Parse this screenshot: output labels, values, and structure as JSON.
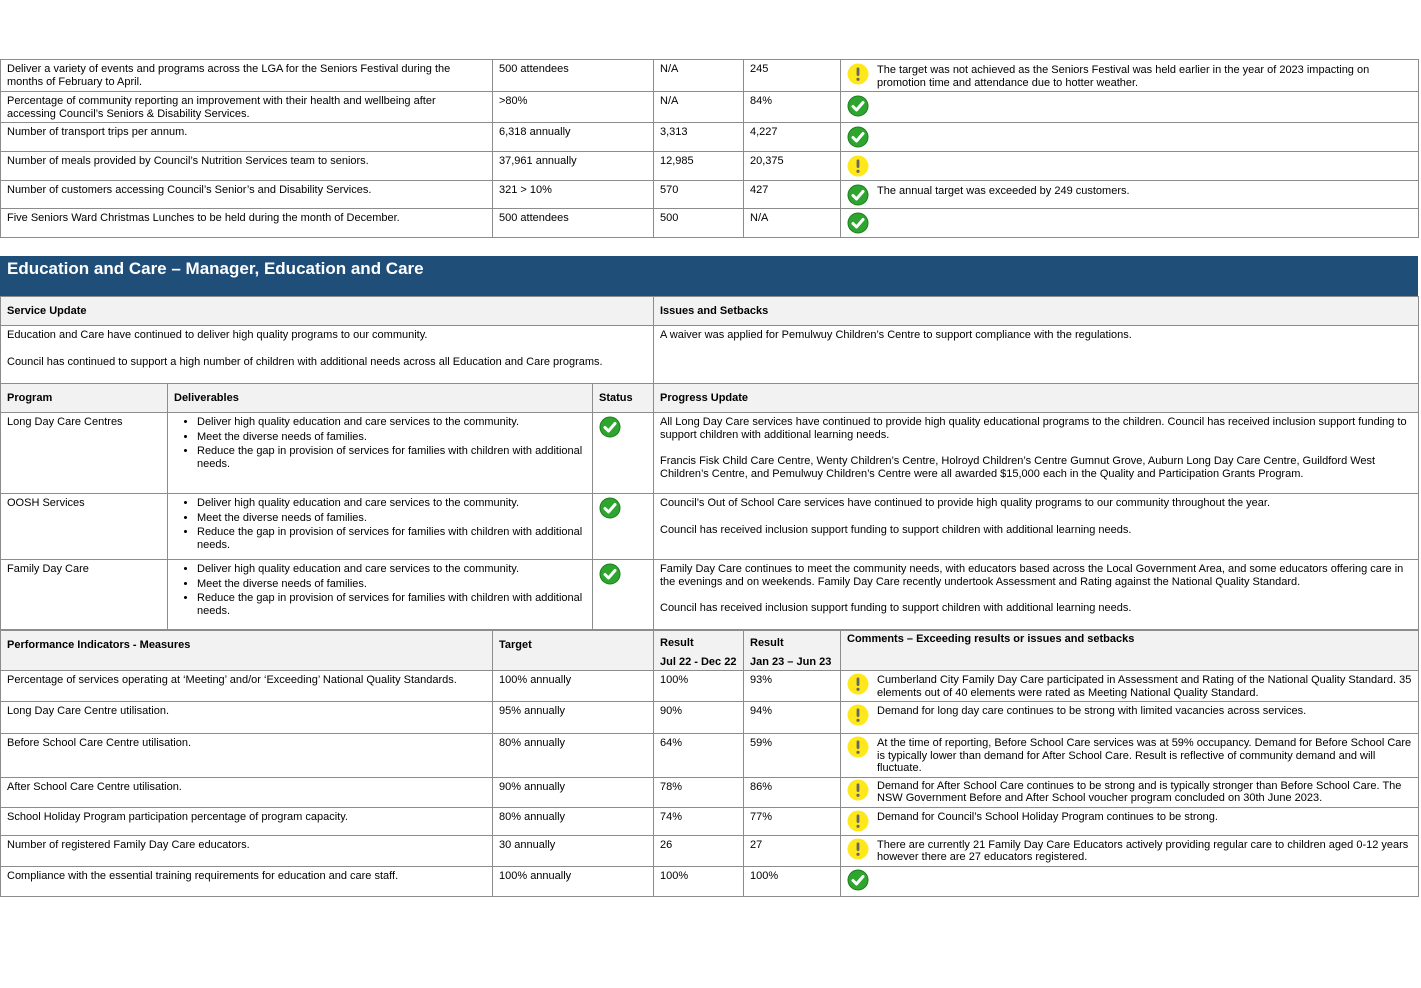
{
  "colors": {
    "banner": "#1f4e79",
    "header_fill": "#f2f2f2",
    "tick_green": "#2ea52e",
    "warning_yellow": "#ffe81a"
  },
  "seniors_measures": [
    {
      "measure": "Deliver a variety of events and programs across the LGA for the Seniors Festival during the months of February to April.",
      "target": "500 attendees",
      "h1": "N/A",
      "h2": "245",
      "status": "warning-icon",
      "comment": "The target was not achieved as the Seniors Festival was held earlier in the year of 2023 impacting on promotion time and attendance due to hotter weather."
    },
    {
      "measure": "Percentage of community reporting an improvement with their health and wellbeing after accessing Council’s Seniors & Disability Services.",
      "target": ">80%",
      "h1": "N/A",
      "h2": "84%",
      "status": "tick-icon",
      "comment": ""
    },
    {
      "measure": "Number of transport trips per annum.",
      "target": "6,318 annually",
      "h1": "3,313",
      "h2": "4,227",
      "status": "tick-icon",
      "comment": ""
    },
    {
      "measure": "Number of meals provided by Council’s Nutrition Services team to seniors.",
      "target": "37,961 annually",
      "h1": "12,985",
      "h2": "20,375",
      "status": "warning-icon",
      "comment": ""
    },
    {
      "measure": "Number of customers accessing Council’s Senior’s and Disability Services.",
      "target": "321 > 10%",
      "h1": "570",
      "h2": "427",
      "status": "tick-icon",
      "comment": "The annual target was exceeded by 249 customers."
    },
    {
      "measure": "Five Seniors Ward Christmas Lunches to be held during the month of December.",
      "target": "500 attendees",
      "h1": "500",
      "h2": "N/A",
      "status": "tick-icon",
      "comment": ""
    }
  ],
  "education": {
    "banner_title": "Education and Care – Manager, Education and Care",
    "service_update_label": "Service Update",
    "issues_label": "Issues and Setbacks",
    "service_update_text": [
      "Education and Care have continued to deliver high quality programs to our community.",
      "Council has continued to support a high number of children with additional needs across all Education and Care programs."
    ],
    "issues_text": "A waiver was applied for Pemulwuy Children’s Centre to support compliance with the regulations.",
    "program_header": {
      "program": "Program",
      "deliverables": "Deliverables",
      "status": "Status",
      "progress": "Progress Update"
    },
    "programs": [
      {
        "name": "Long Day Care Centres",
        "deliverables": [
          "Deliver high quality education and care services to the community.",
          "Meet the diverse needs of families.",
          "Reduce the gap in provision of services for families with children with additional needs."
        ],
        "status": "tick-icon",
        "progress": [
          "All Long Day Care services have continued to provide high quality educational programs to the children. Council has received inclusion support funding to support children with additional learning needs.",
          "Francis Fisk Child Care Centre, Wenty Children’s Centre, Holroyd Children’s Centre Gumnut Grove, Auburn Long Day Care Centre, Guildford West Children’s Centre, and Pemulwuy Children’s Centre were all awarded $15,000 each in the Quality and Participation Grants Program."
        ]
      },
      {
        "name": "OOSH Services",
        "deliverables": [
          "Deliver high quality education and care services to the community.",
          "Meet the diverse needs of families.",
          "Reduce the gap in provision of services for families with children with additional needs."
        ],
        "status": "tick-icon",
        "progress": [
          "Council’s Out of School Care services have continued to provide high quality programs to our community throughout the year.",
          "Council has received inclusion support funding to support children with additional learning needs."
        ]
      },
      {
        "name": "Family Day Care",
        "deliverables": [
          "Deliver high quality education and care services to the community.",
          "Meet the diverse needs of families.",
          "Reduce the gap in provision of services for families with children with additional needs."
        ],
        "status": "tick-icon",
        "progress": [
          "Family Day Care continues to meet the community needs, with educators based across the Local Government Area, and some educators offering care in the evenings and on weekends. Family Day Care recently undertook Assessment and Rating against the National Quality Standard.",
          "Council has received inclusion support funding to support children with additional learning needs."
        ]
      }
    ],
    "measures_header": {
      "measure": "Performance Indicators - Measures",
      "target": "Target",
      "result": "Result",
      "period1": "Jul 22 - Dec 22",
      "period2": "Jan 23 – Jun 23",
      "comments": "Comments – Exceeding results or issues and setbacks"
    },
    "measures": [
      {
        "measure": "Percentage of services operating at ‘Meeting’ and/or ‘Exceeding’ National Quality Standards.",
        "target": "100% annually",
        "h1": "100%",
        "h2": "93%",
        "status": "warning-icon",
        "comment": "Cumberland City Family Day Care participated in Assessment and Rating of the National Quality Standard. 35 elements out of 40 elements were rated as Meeting National Quality Standard."
      },
      {
        "measure": "Long Day Care Centre utilisation.",
        "target": "95% annually",
        "h1": "90%",
        "h2": "94%",
        "status": "warning-icon",
        "comment": "Demand for long day care continues to be strong with limited vacancies across services."
      },
      {
        "measure": "Before School Care Centre utilisation.",
        "target": "80% annually",
        "h1": "64%",
        "h2": "59%",
        "status": "warning-icon",
        "comment": "At the time of reporting, Before School Care services was at 59% occupancy. Demand for Before School Care is typically lower than demand for After School Care. Result is reflective of community demand and will fluctuate."
      },
      {
        "measure": "After School Care Centre utilisation.",
        "target": "90% annually",
        "h1": "78%",
        "h2": "86%",
        "status": "warning-icon",
        "comment": "Demand for After School Care continues to be strong and is typically stronger than Before School Care. The NSW Government Before and After School voucher program concluded on 30th June 2023."
      },
      {
        "measure": "School Holiday Program participation percentage of program capacity.",
        "target": "80% annually",
        "h1": "74%",
        "h2": "77%",
        "status": "warning-icon",
        "comment": "Demand for Council’s School Holiday Program continues to be strong."
      },
      {
        "measure": "Number of registered Family Day Care educators.",
        "target": "30 annually",
        "h1": "26",
        "h2": "27",
        "status": "warning-icon",
        "comment": "There are currently 21 Family Day Care Educators actively providing regular care to children aged 0-12 years however there are 27 educators registered."
      },
      {
        "measure": "Compliance with the essential training requirements for education and care staff.",
        "target": "100% annually",
        "h1": "100%",
        "h2": "100%",
        "status": "tick-icon",
        "comment": ""
      }
    ]
  }
}
